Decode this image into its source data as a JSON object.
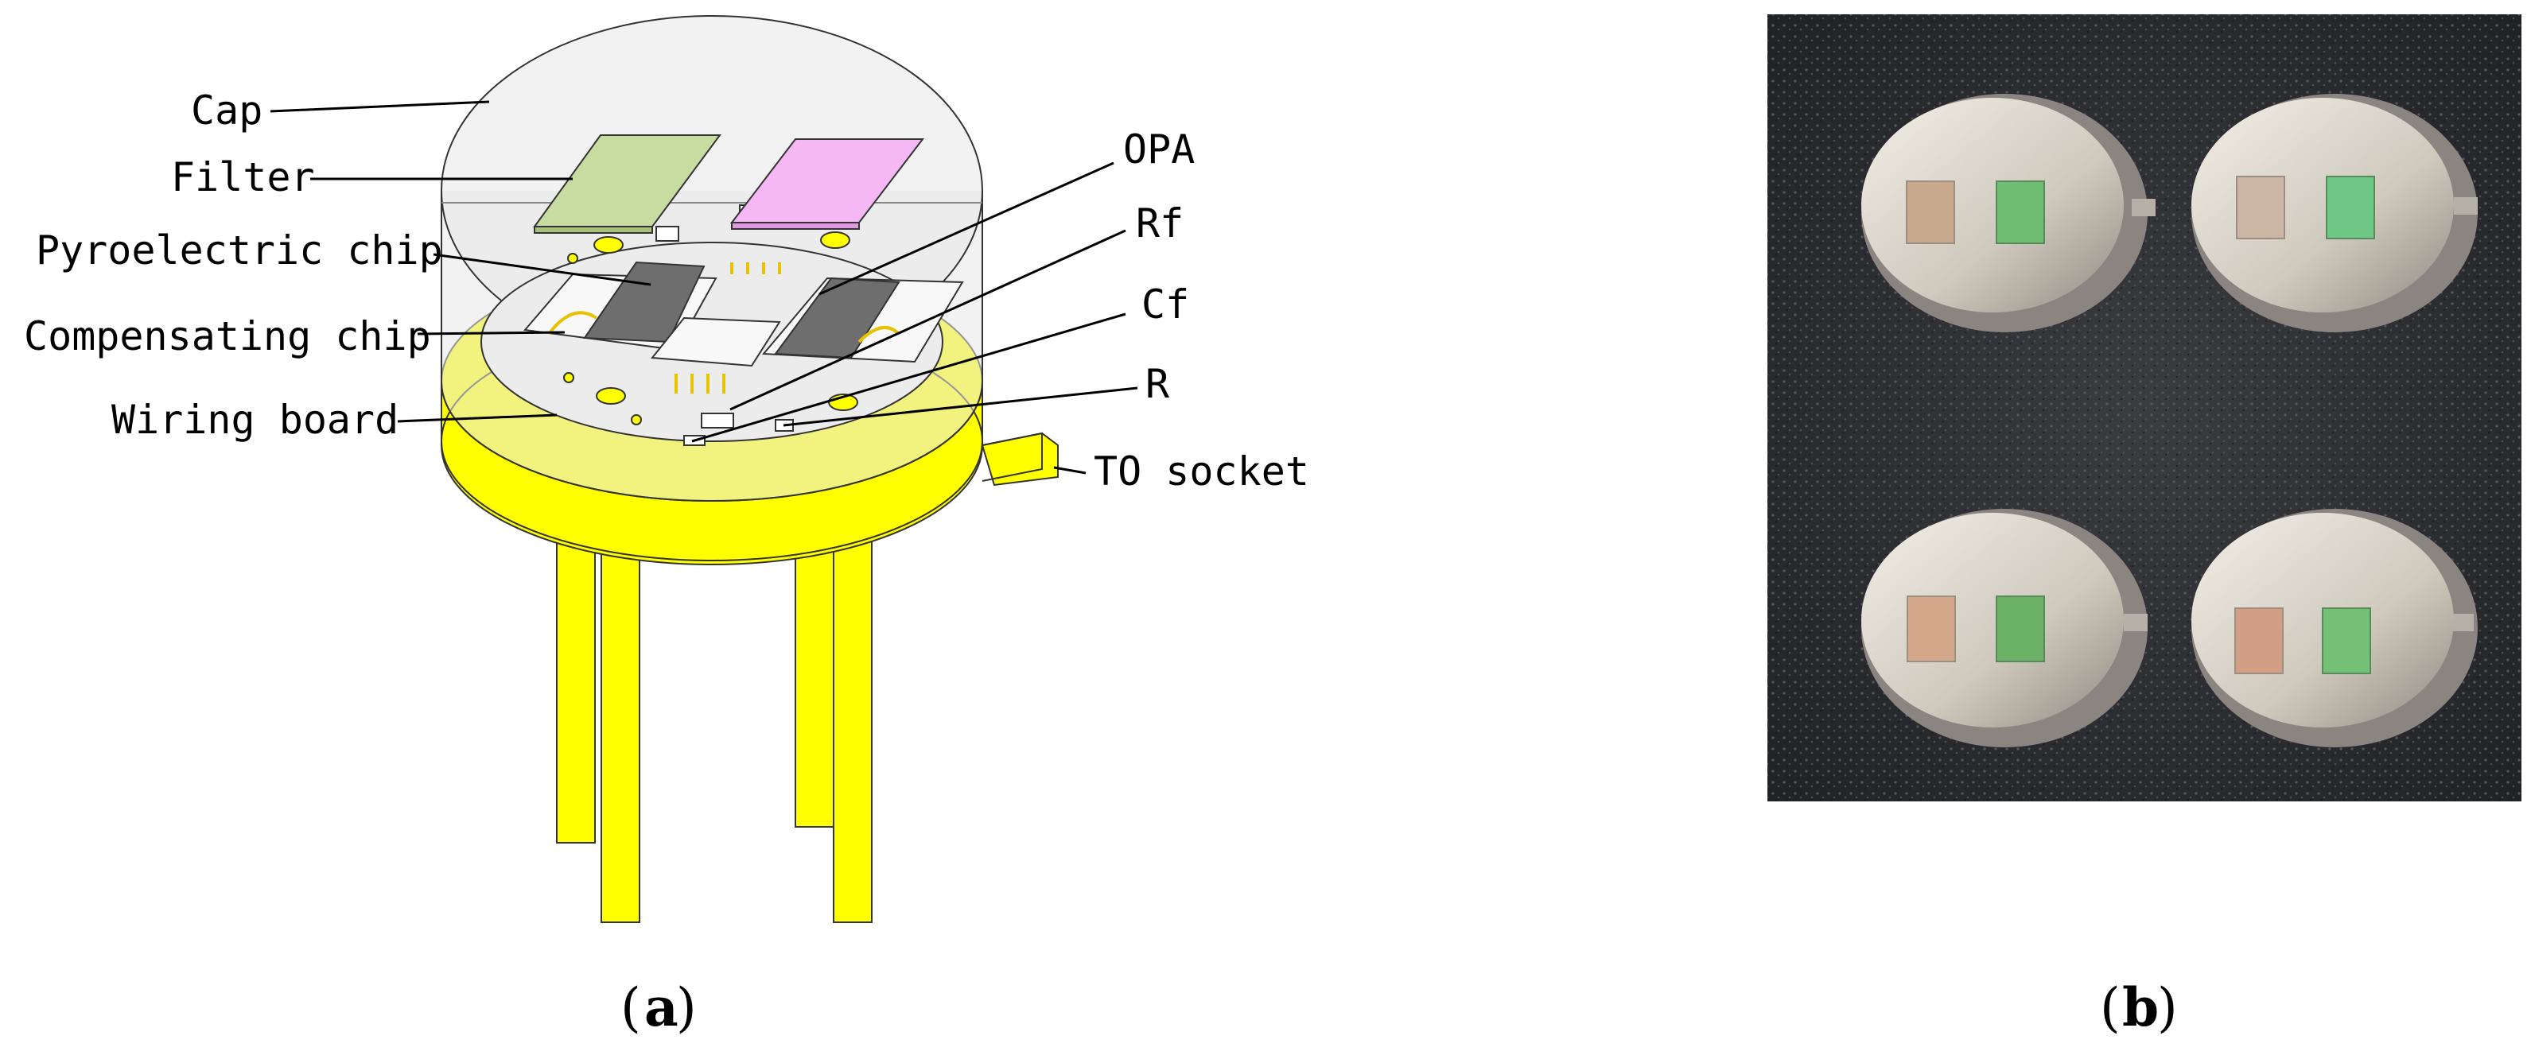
{
  "figure": {
    "panel_a": {
      "caption_letter": "a",
      "labels": {
        "cap": "Cap",
        "filter": "Filter",
        "pyroelectric_chip": "Pyroelectric chip",
        "compensating_chip": "Compensating chip",
        "wiring_board": "Wiring board",
        "opa": "OPA",
        "rf": "Rf",
        "cf": "Cf",
        "r": "R",
        "to_socket": "TO socket"
      },
      "colors": {
        "socket": "#ffff00",
        "filter_left": "#c6dca0",
        "filter_right": "#f5b8f5",
        "chip": "#6e6e6e",
        "cap": "#e8e8e8"
      }
    },
    "panel_b": {
      "caption_letter": "b",
      "colors": {
        "background": "#2b2d30",
        "sensor_body": "#d9d4c8",
        "window_left": "#c8a98e",
        "window_right": "#6fbf73"
      }
    }
  }
}
